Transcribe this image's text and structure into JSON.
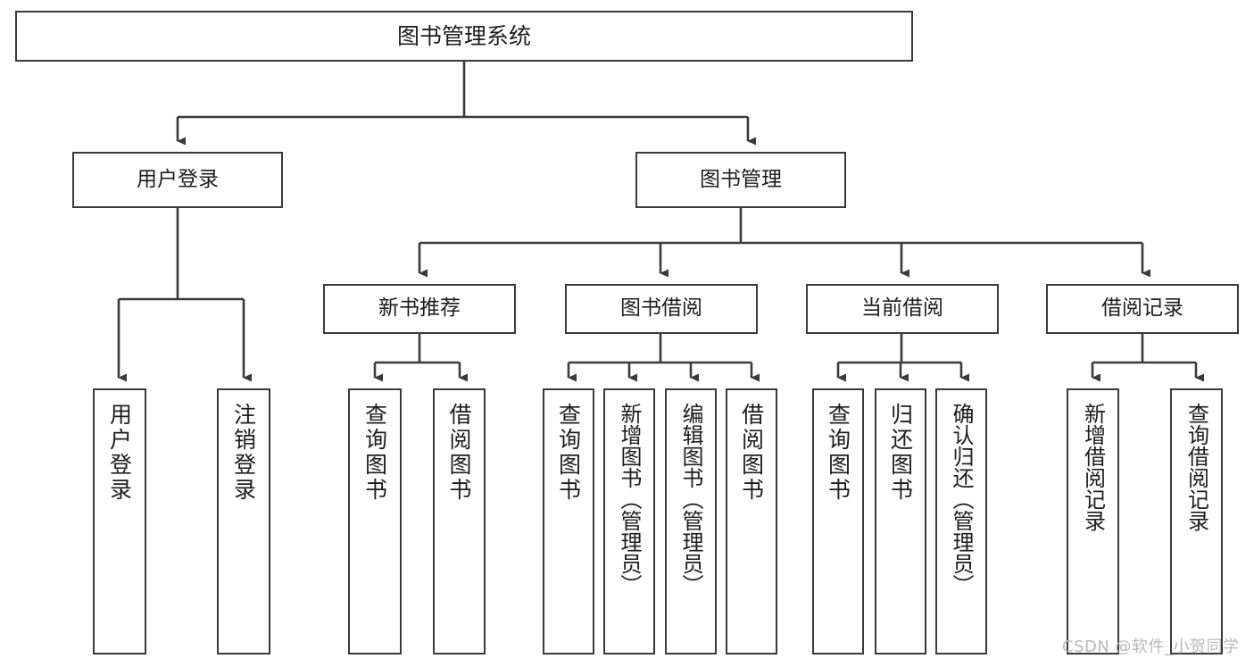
{
  "diagram": {
    "title": "图书管理系统",
    "type": "功能结构图",
    "root": {
      "label": "图书管理系统"
    },
    "level1": [
      {
        "id": "user-login",
        "label": "用户登录"
      },
      {
        "id": "book-mgmt",
        "label": "图书管理"
      }
    ],
    "level2": [
      {
        "id": "new-book",
        "label": "新书推荐",
        "parent": "book-mgmt"
      },
      {
        "id": "borrow",
        "label": "图书借阅",
        "parent": "book-mgmt"
      },
      {
        "id": "current",
        "label": "当前借阅",
        "parent": "book-mgmt"
      },
      {
        "id": "record",
        "label": "借阅记录",
        "parent": "book-mgmt"
      }
    ],
    "leaves": [
      {
        "id": "leaf-a",
        "label": "用户登录",
        "parent": "user-login"
      },
      {
        "id": "leaf-b",
        "label": "注销登录",
        "parent": "user-login"
      },
      {
        "id": "leaf-c",
        "label": "查询图书",
        "parent": "new-book"
      },
      {
        "id": "leaf-d",
        "label": "借阅图书",
        "parent": "new-book"
      },
      {
        "id": "leaf-e",
        "label": "查询图书",
        "parent": "borrow"
      },
      {
        "id": "leaf-f",
        "label": "新增图书（管理员）",
        "parent": "borrow"
      },
      {
        "id": "leaf-g",
        "label": "编辑图书（管理员）",
        "parent": "borrow"
      },
      {
        "id": "leaf-h",
        "label": "借阅图书",
        "parent": "borrow"
      },
      {
        "id": "leaf-i",
        "label": "查询图书",
        "parent": "current"
      },
      {
        "id": "leaf-j",
        "label": "归还图书",
        "parent": "current"
      },
      {
        "id": "leaf-k",
        "label": "确认归还（管理员）",
        "parent": "current"
      },
      {
        "id": "leaf-l",
        "label": "新增借阅记录",
        "parent": "record"
      },
      {
        "id": "leaf-m",
        "label": "查询借阅记录",
        "parent": "record"
      }
    ],
    "colors": {
      "box_border": "#3a3a3a",
      "box_fill": "#ffffff",
      "connector": "#3a3a3a",
      "text": "#1d1d1d",
      "watermark": "#b9b9b9"
    }
  },
  "watermark": {
    "text": "CSDN @软件_小贺同学"
  }
}
